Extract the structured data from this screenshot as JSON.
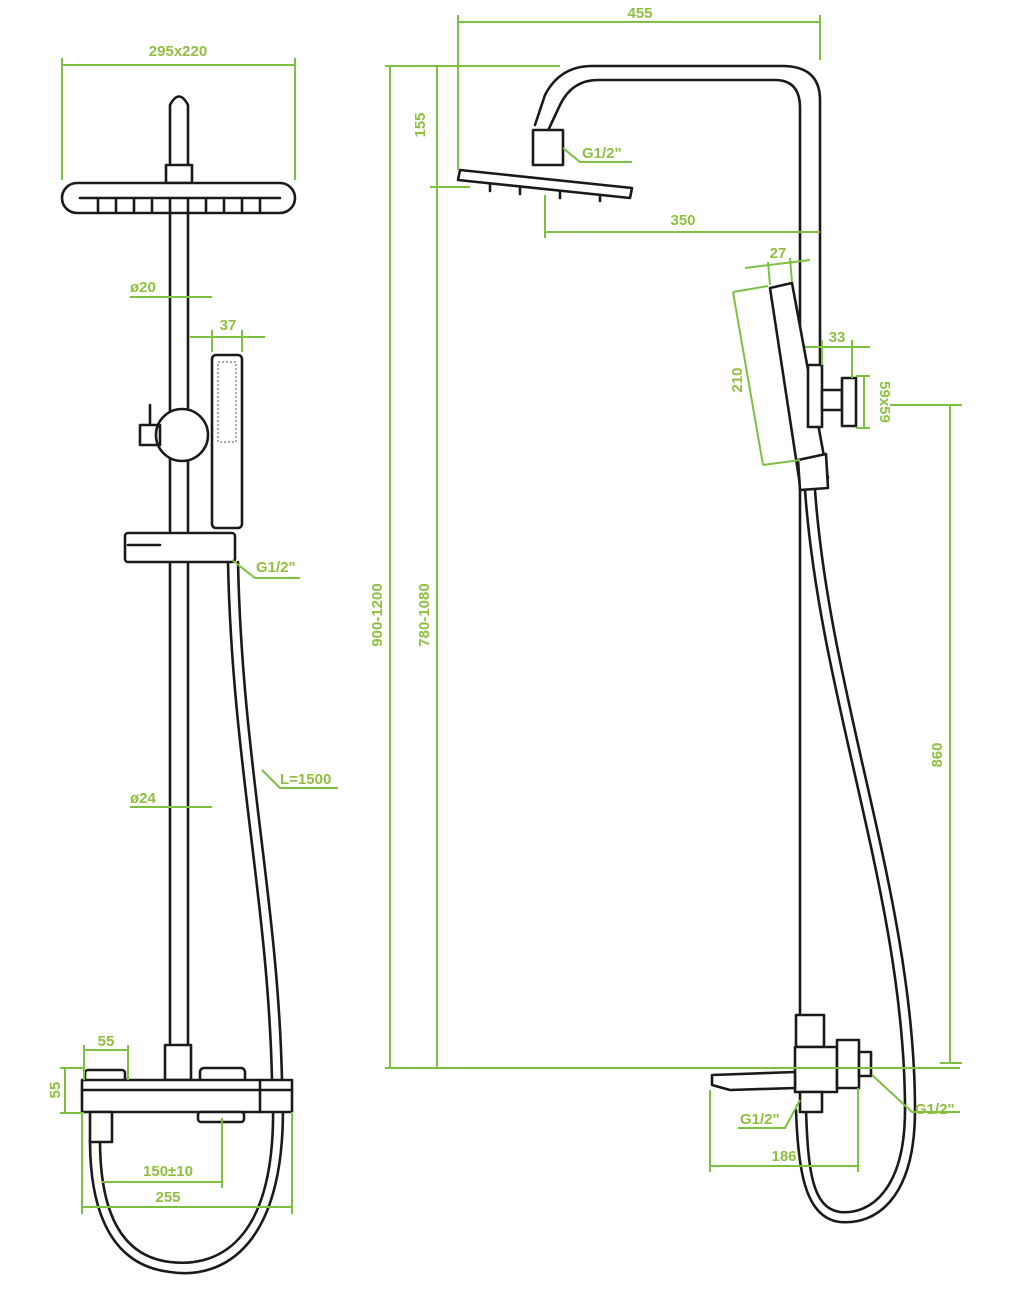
{
  "front_view": {
    "head_size": "295x220",
    "arm_diameter": "ø20",
    "hand_shower_width": "37",
    "hose_connection": "G1/2\"",
    "rail_diameter": "ø24",
    "hose_length": "L=1500",
    "mixer_depth": "55",
    "mixer_height": "55",
    "center_distance": "150±10",
    "mixer_width": "255"
  },
  "side_view": {
    "arm_reach": "455",
    "head_drop": "155",
    "head_connection": "G1/2\"",
    "head_offset": "350",
    "hand_shower_depth": "27",
    "holder_offset": "33",
    "hand_shower_length": "210",
    "bracket_size": "59x59",
    "total_height": "900-1200",
    "head_height": "780-1080",
    "bracket_height": "860",
    "spout_connection": "G1/2\"",
    "inlet_connection": "G1/2\"",
    "spout_reach": "186"
  },
  "colors": {
    "dimension": "#7cc142",
    "outline": "#1a1a1a"
  }
}
